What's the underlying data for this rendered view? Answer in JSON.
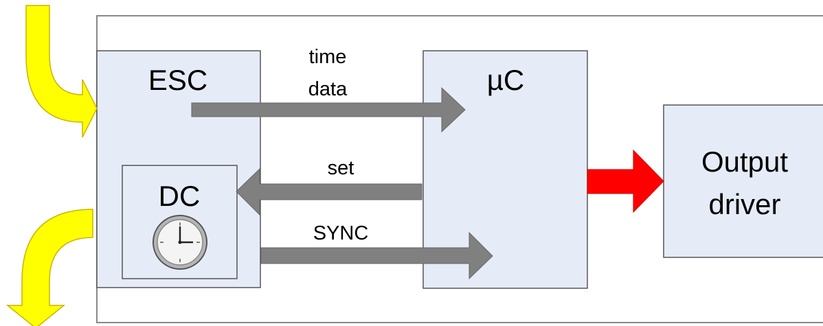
{
  "labels": {
    "esc": "ESC",
    "dc": "DC",
    "uc": "µC",
    "output_line1": "Output",
    "output_line2": "driver",
    "time_line1": "time",
    "time_line2": "data",
    "set": "set",
    "sync": "SYNC"
  },
  "icons": {
    "clock": "clock-icon"
  },
  "colors": {
    "block_fill": "#e6ecf7",
    "block_stroke": "#555555",
    "frame_stroke": "#888888",
    "arrow_gray": "#808080",
    "arrow_gray_stroke": "#666666",
    "arrow_red": "#ff0000",
    "arrow_yellow": "#ffff00",
    "arrow_yellow_stroke": "#c8b400"
  }
}
